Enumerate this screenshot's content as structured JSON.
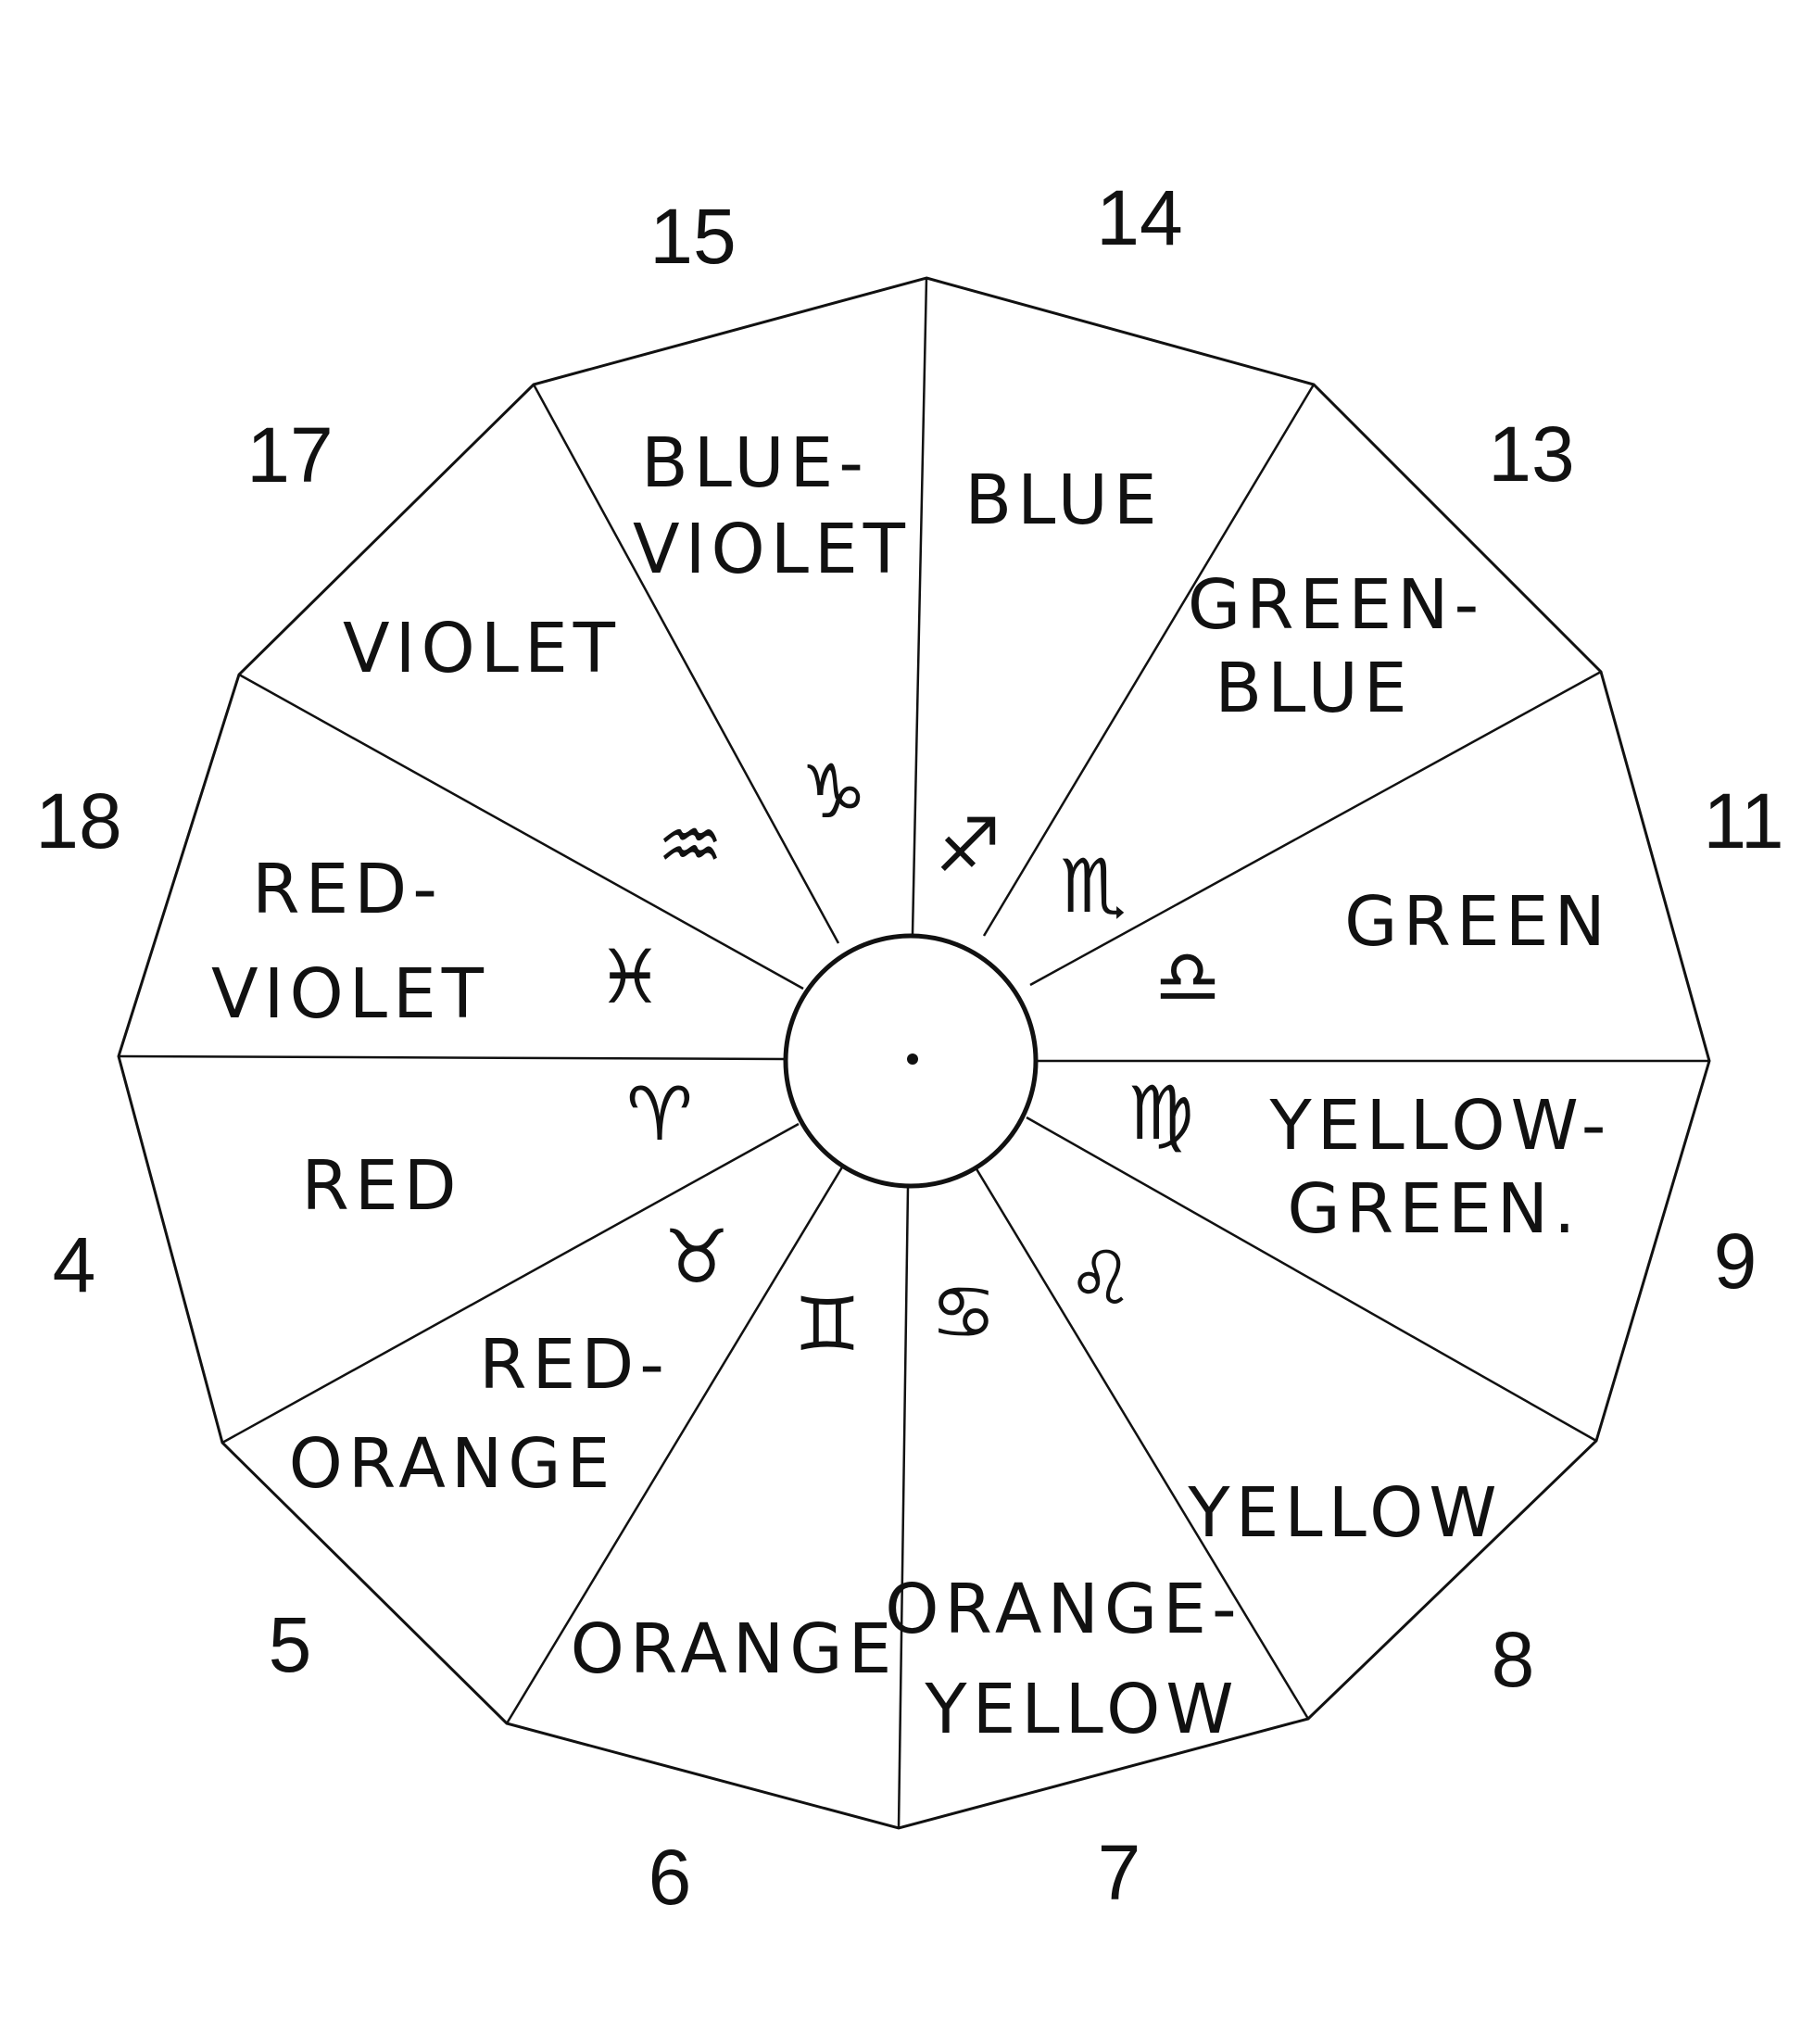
{
  "wheel": {
    "segments": [
      {
        "number": "14",
        "color_label": [
          "BLUE"
        ],
        "sign_symbol": "♐",
        "sign_name": "sagittarius"
      },
      {
        "number": "13",
        "color_label": [
          "GREEN-",
          "BLUE"
        ],
        "sign_symbol": "♏",
        "sign_name": "scorpio"
      },
      {
        "number": "11",
        "color_label": [
          "GREEN"
        ],
        "sign_symbol": "♎",
        "sign_name": "libra"
      },
      {
        "number": "9",
        "color_label": [
          "YELLOW-",
          "GREEN."
        ],
        "sign_symbol": "♍",
        "sign_name": "virgo"
      },
      {
        "number": "8",
        "color_label": [
          "YELLOW"
        ],
        "sign_symbol": "♌",
        "sign_name": "leo"
      },
      {
        "number": "7",
        "color_label": [
          "ORANGE-",
          "YELLOW"
        ],
        "sign_symbol": "♋",
        "sign_name": "cancer"
      },
      {
        "number": "6",
        "color_label": [
          "ORANGE"
        ],
        "sign_symbol": "♊",
        "sign_name": "gemini"
      },
      {
        "number": "5",
        "color_label": [
          "RED-",
          "ORANGE"
        ],
        "sign_symbol": "♉",
        "sign_name": "taurus"
      },
      {
        "number": "4",
        "color_label": [
          "RED"
        ],
        "sign_symbol": "♈",
        "sign_name": "aries"
      },
      {
        "number": "18",
        "color_label": [
          "RED-",
          "VIOLET"
        ],
        "sign_symbol": "♓",
        "sign_name": "pisces"
      },
      {
        "number": "17",
        "color_label": [
          "VIOLET"
        ],
        "sign_symbol": "♒",
        "sign_name": "aquarius"
      },
      {
        "number": "15",
        "color_label": [
          "BLUE-",
          "VIOLET"
        ],
        "sign_symbol": "♑",
        "sign_name": "capricorn"
      }
    ]
  }
}
